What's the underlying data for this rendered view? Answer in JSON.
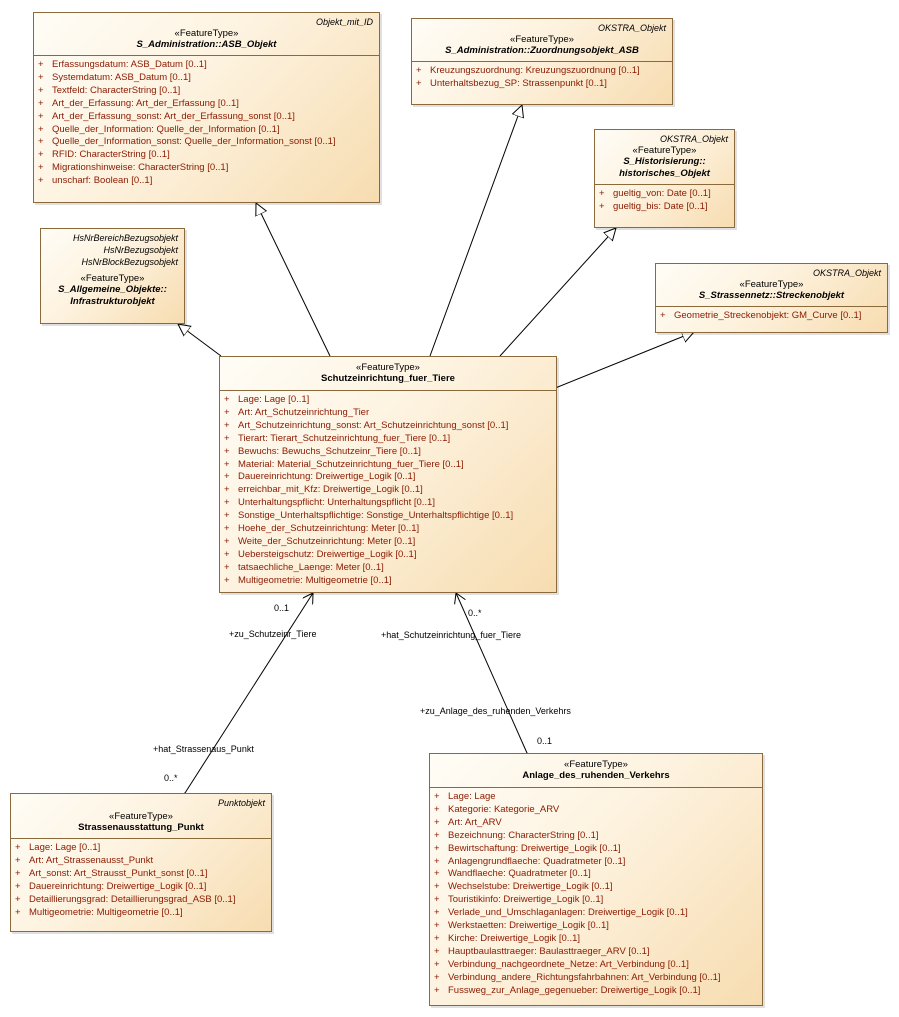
{
  "classes": {
    "asb_objekt": {
      "tag": "Objekt_mit_ID",
      "stereotype": "«FeatureType»",
      "name": "S_Administration::ASB_Objekt",
      "attributes": [
        "Erfassungsdatum: ASB_Datum [0..1]",
        "Systemdatum: ASB_Datum [0..1]",
        "Textfeld: CharacterString [0..1]",
        "Art_der_Erfassung: Art_der_Erfassung [0..1]",
        "Art_der_Erfassung_sonst: Art_der_Erfassung_sonst [0..1]",
        "Quelle_der_Information: Quelle_der_Information [0..1]",
        "Quelle_der_Information_sonst: Quelle_der_Information_sonst [0..1]",
        "RFID: CharacterString [0..1]",
        "Migrationshinweise: CharacterString [0..1]",
        "unscharf: Boolean [0..1]"
      ]
    },
    "zuordnungsobjekt": {
      "tag": "OKSTRA_Objekt",
      "stereotype": "«FeatureType»",
      "name": "S_Administration::Zuordnungsobjekt_ASB",
      "attributes": [
        "Kreuzungszuordnung: Kreuzungszuordnung [0..1]",
        "Unterhaltsbezug_SP: Strassenpunkt [0..1]"
      ]
    },
    "historisches_objekt": {
      "tag": "OKSTRA_Objekt",
      "stereotype": "«FeatureType»",
      "name1": "S_Historisierung::",
      "name2": "historisches_Objekt",
      "attributes": [
        "gueltig_von: Date [0..1]",
        "gueltig_bis: Date [0..1]"
      ]
    },
    "infrastrukturobjekt": {
      "tags": [
        "HsNrBereichBezugsobjekt",
        "HsNrBezugsobjekt",
        "HsNrBlockBezugsobjekt"
      ],
      "stereotype": "«FeatureType»",
      "name1": "S_Allgemeine_Objekte::",
      "name2": "Infrastrukturobjekt"
    },
    "streckenobjekt": {
      "tag": "OKSTRA_Objekt",
      "stereotype": "«FeatureType»",
      "name": "S_Strassennetz::Streckenobjekt",
      "attributes": [
        "Geometrie_Streckenobjekt: GM_Curve [0..1]"
      ]
    },
    "schutzeinrichtung": {
      "stereotype": "«FeatureType»",
      "name": "Schutzeinrichtung_fuer_Tiere",
      "attributes": [
        "Lage: Lage [0..1]",
        "Art: Art_Schutzeinrichtung_Tier",
        "Art_Schutzeinrichtung_sonst: Art_Schutzeinrichtung_sonst [0..1]",
        "Tierart: Tierart_Schutzeinrichtung_fuer_Tiere [0..1]",
        "Bewuchs: Bewuchs_Schutzeinr_Tiere [0..1]",
        "Material: Material_Schutzeinrichtung_fuer_Tiere [0..1]",
        "Dauereinrichtung: Dreiwertige_Logik [0..1]",
        "erreichbar_mit_Kfz: Dreiwertige_Logik [0..1]",
        "Unterhaltungspflicht: Unterhaltungspflicht [0..1]",
        "Sonstige_Unterhaltspflichtige: Sonstige_Unterhaltspflichtige [0..1]",
        "Hoehe_der_Schutzeinrichtung: Meter [0..1]",
        "Weite_der_Schutzeinrichtung: Meter [0..1]",
        "Uebersteigschutz: Dreiwertige_Logik [0..1]",
        "tatsaechliche_Laenge: Meter [0..1]",
        "Multigeometrie: Multigeometrie [0..1]"
      ]
    },
    "strassenausstattung": {
      "tag": "Punktobjekt",
      "stereotype": "«FeatureType»",
      "name": "Strassenausstattung_Punkt",
      "attributes": [
        "Lage: Lage [0..1]",
        "Art: Art_Strassenausst_Punkt",
        "Art_sonst: Art_Strausst_Punkt_sonst [0..1]",
        "Dauereinrichtung: Dreiwertige_Logik [0..1]",
        "Detaillierungsgrad: Detaillierungsgrad_ASB [0..1]",
        "Multigeometrie: Multigeometrie [0..1]"
      ]
    },
    "anlage": {
      "stereotype": "«FeatureType»",
      "name": "Anlage_des_ruhenden_Verkehrs",
      "attributes": [
        "Lage: Lage",
        "Kategorie: Kategorie_ARV",
        "Art: Art_ARV",
        "Bezeichnung: CharacterString [0..1]",
        "Bewirtschaftung: Dreiwertige_Logik [0..1]",
        "Anlagengrundflaeche: Quadratmeter [0..1]",
        "Wandflaeche: Quadratmeter [0..1]",
        "Wechselstube: Dreiwertige_Logik [0..1]",
        "Touristikinfo: Dreiwertige_Logik [0..1]",
        "Verlade_und_Umschlaganlagen: Dreiwertige_Logik [0..1]",
        "Werkstaetten: Dreiwertige_Logik [0..1]",
        "Kirche: Dreiwertige_Logik [0..1]",
        "Hauptbaulasttraeger: Baulasttraeger_ARV [0..1]",
        "Verbindung_nachgeordnete_Netze: Art_Verbindung [0..1]",
        "Verbindung_andere_Richtungsfahrbahnen: Art_Verbindung [0..1]",
        "Fussweg_zur_Anlage_gegenueber: Dreiwertige_Logik [0..1]"
      ]
    }
  },
  "associations": {
    "a1_mult_top": "0..1",
    "a1_role_top": "+zu_Schutzeinr_Tiere",
    "a1_role_bottom": "+hat_Strassenaus_Punkt",
    "a1_mult_bottom": "0..*",
    "a2_mult_top": "0..*",
    "a2_role_top": "+hat_Schutzeinrichtung_fuer_Tiere",
    "a2_role_bottom": "+zu_Anlage_des_ruhenden_Verkehrs",
    "a2_mult_bottom": "0..1"
  },
  "visibility_symbol": "+",
  "colors": {
    "attribute_text": "#8b1a00",
    "border": "#8a6a3a"
  }
}
